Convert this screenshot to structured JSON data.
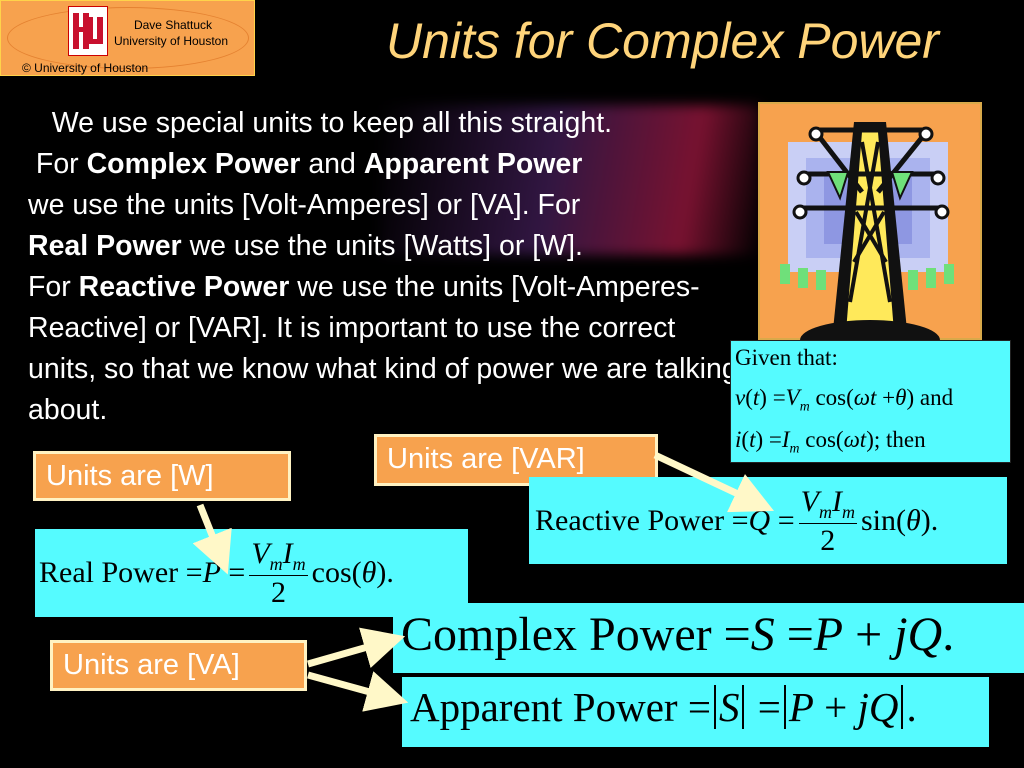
{
  "header": {
    "author": "Dave Shattuck",
    "institution": "University of Houston",
    "copyright": "© University of Houston",
    "title": "Units for Complex Power"
  },
  "intro": {
    "p1": "We use special units to keep all this straight.",
    "p2": "For",
    "b_complex": "Complex Power",
    "and": "and",
    "b_apparent": "Apparent Power",
    "p3": "we use the units [Volt-Amperes] or [VA].  For",
    "b_real": "Real Power",
    "p4": "we use the units [Watts] or [W].",
    "p5": "For",
    "b_reactive": "Reactive Power",
    "p6": "we use the units [Volt-Amperes-Reactive] or [VAR]. It is important to use the correct units, so that we know what kind of power we are talking about."
  },
  "given": {
    "line1": "Given that:",
    "and": "and",
    "then": "then"
  },
  "units": {
    "w": "Units are [W]",
    "var": "Units are [VAR]",
    "va": "Units are [VA]"
  },
  "formulas": {
    "real_label": "Real Power",
    "reactive_label": "Reactive Power",
    "complex_label": "Complex Power",
    "apparent_label": "Apparent Power"
  },
  "colors": {
    "cyan_box": "#55fbff",
    "orange_label": "#f7a24e",
    "title": "#ffd47a"
  }
}
